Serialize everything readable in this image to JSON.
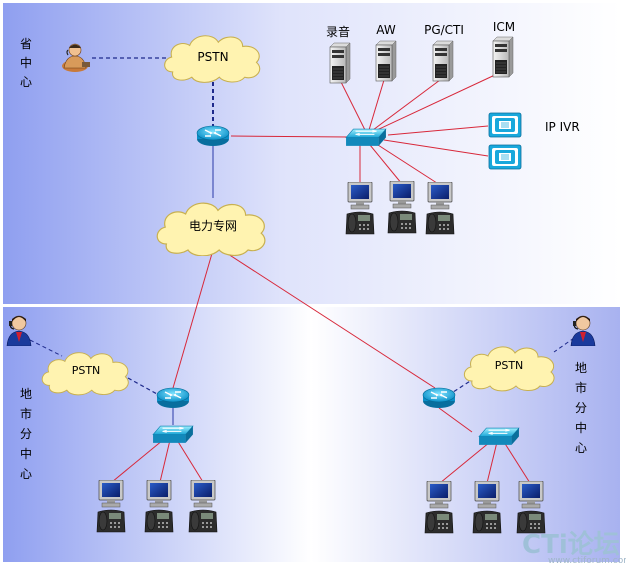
{
  "regions": {
    "province": [
      "省",
      "中",
      "心"
    ],
    "city_left": [
      "地",
      "市",
      "分",
      "中",
      "心"
    ],
    "city_right": [
      "地",
      "市",
      "分",
      "中",
      "心"
    ]
  },
  "clouds": {
    "pstn_top": "PSTN",
    "power_net": "电力专网",
    "pstn_left": "PSTN",
    "pstn_right": "PSTN"
  },
  "servers": [
    "录音",
    "AW",
    "PG/CTI",
    "ICM"
  ],
  "ivr_label": "IP IVR",
  "watermark": {
    "logo": "CTi论坛",
    "url": "www.ctiforum.com"
  },
  "colors": {
    "link": "#d8283a",
    "router_link": "#2a3aa8",
    "dashed": "#1e2a8c",
    "cloud": "#fff3b0"
  }
}
